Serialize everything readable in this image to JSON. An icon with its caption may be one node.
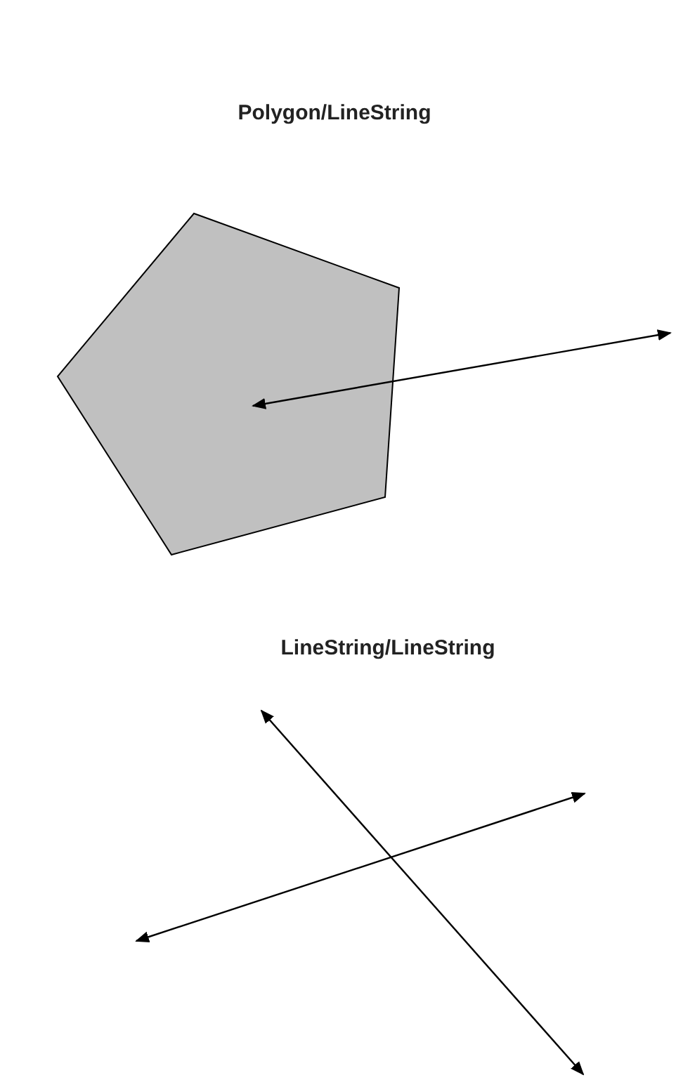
{
  "diagram": {
    "nodes": [
      {
        "text": [],
        "shape": "pentagon"
      }
    ],
    "labels": [
      "Polygon/LineString",
      "LineString/LineString"
    ]
  }
}
